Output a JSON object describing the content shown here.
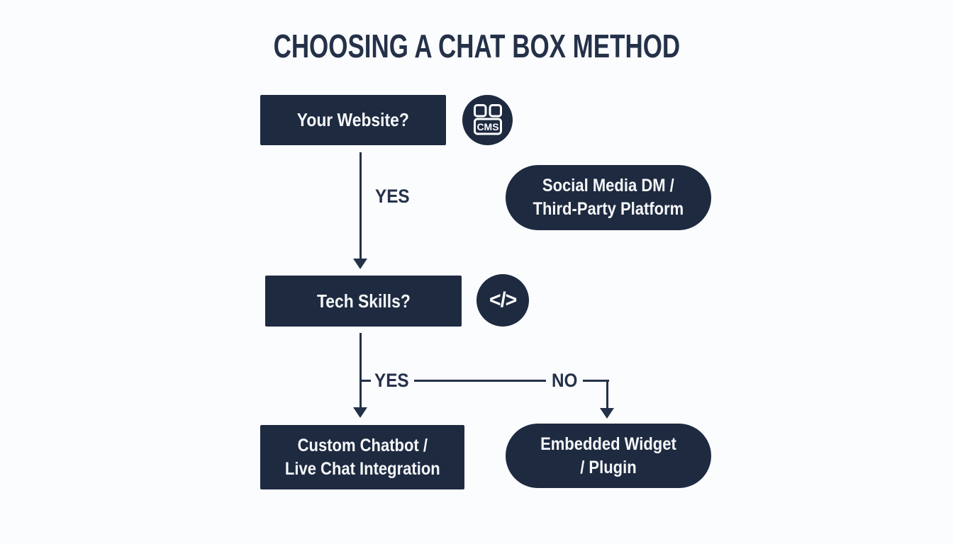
{
  "title": "CHOOSING A CHAT BOX METHOD",
  "colors": {
    "node_fill": "#1e2a40",
    "line_and_title": "#243149",
    "background": "#fbfcfe",
    "node_text": "#f6f7f8"
  },
  "flow": {
    "q1": {
      "label": "Your Website?"
    },
    "cms_icon_label": "CMS",
    "edge_q1_yes": "YES",
    "social": {
      "line1": "Social Media DM /",
      "line2": "Third-Party Platform"
    },
    "q2": {
      "label": "Tech Skills?"
    },
    "code_icon_glyph": "</>",
    "edge_q2_yes": "YES",
    "edge_q2_no": "NO",
    "custom": {
      "line1": "Custom Chatbot /",
      "line2": "Live Chat Integration"
    },
    "embedded": {
      "line1": "Embedded Widget",
      "line2": "/ Plugin"
    }
  }
}
